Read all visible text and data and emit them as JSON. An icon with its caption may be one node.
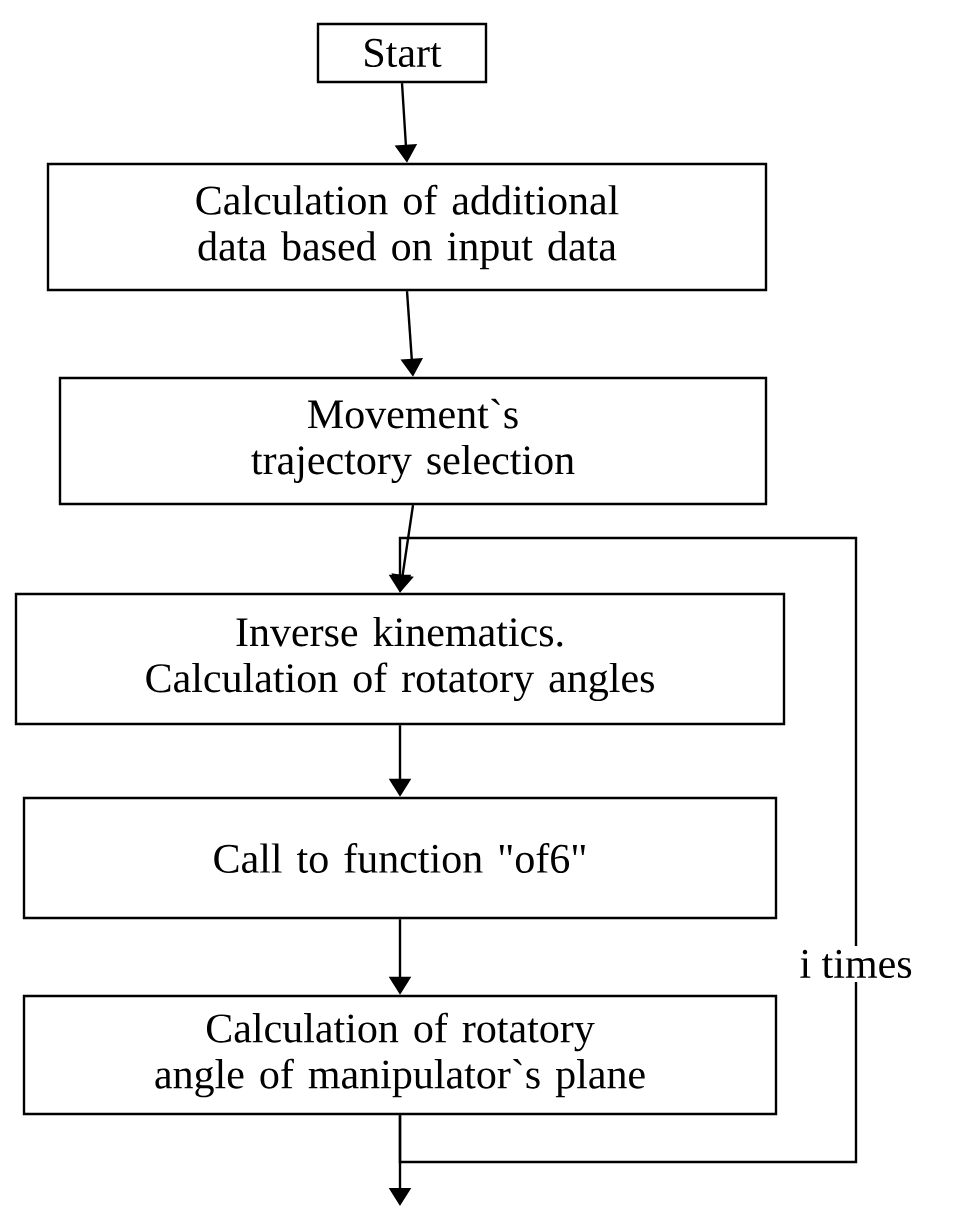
{
  "diagram": {
    "nodes": [
      {
        "text": [
          "Start"
        ]
      },
      {
        "text": [
          "Calculation of additional data based on input data"
        ]
      },
      {
        "text": [
          "Movement`s trajectory selection"
        ]
      },
      {
        "text": [
          "Inverse kinematics. Calculation of rotatory angles"
        ]
      },
      {
        "text": [
          "Call to function \"of6\""
        ]
      },
      {
        "text": [
          "Calculation of rotatory angle of manipulator`s plane"
        ]
      }
    ],
    "edges": [
      {
        "from": 0,
        "to": 1,
        "arrow": "to"
      },
      {
        "from": 1,
        "to": 2,
        "arrow": "to"
      },
      {
        "from": 2,
        "to": 3,
        "arrow": "to"
      },
      {
        "from": 3,
        "to": 4,
        "arrow": "to"
      },
      {
        "from": 4,
        "to": 5,
        "arrow": "to"
      },
      {
        "from": 5,
        "to": 3,
        "arrow": "to",
        "label": "i times"
      },
      {
        "from": 5,
        "to": null,
        "arrow": "to"
      }
    ]
  }
}
